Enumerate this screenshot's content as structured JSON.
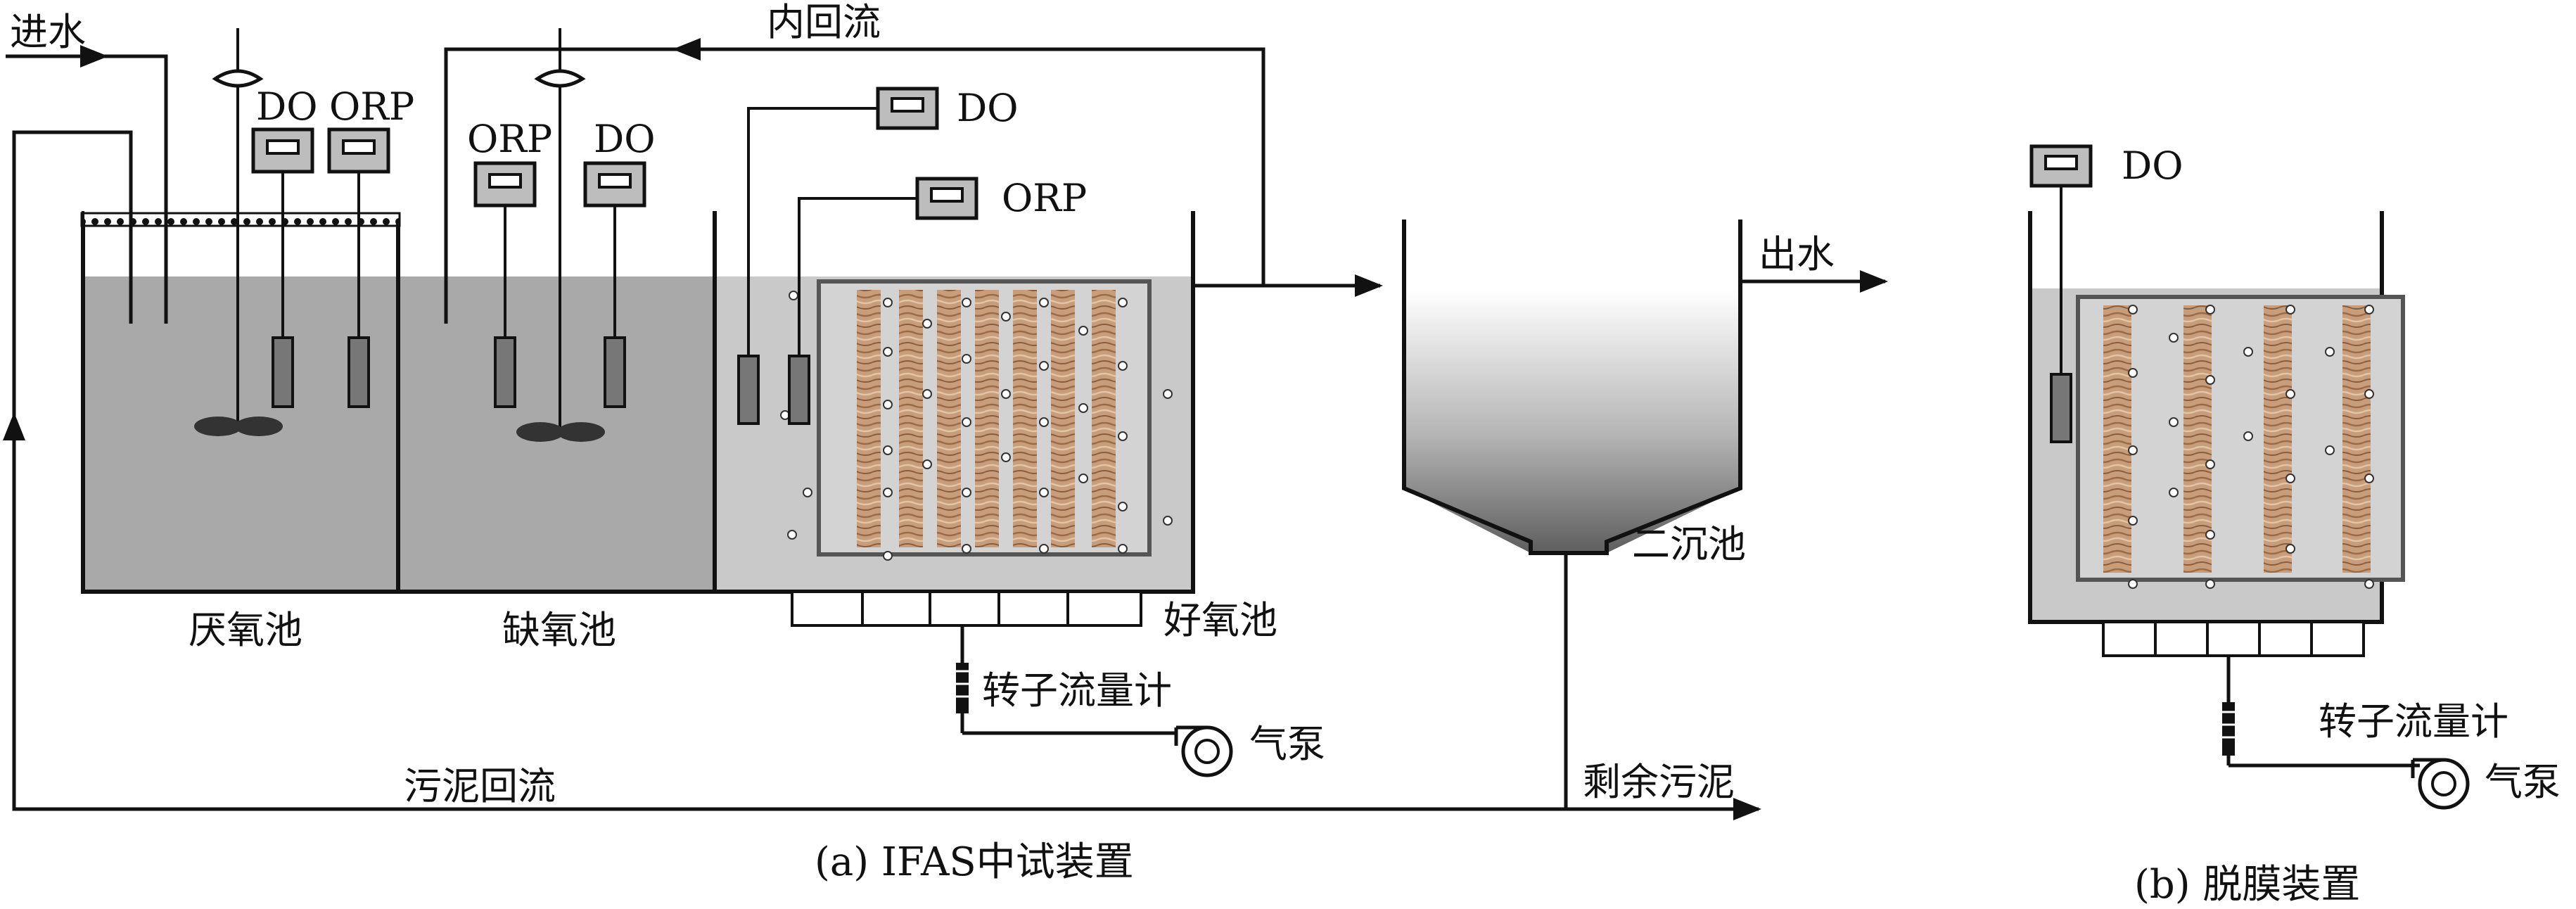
{
  "colors": {
    "water": "#a9a9a9",
    "aerobic_water": "#c9c9c9",
    "media": "#c49a78",
    "frame": "#555555",
    "line": "#111111",
    "meter_face": "#bdbdbd"
  },
  "labels": {
    "inlet": "进水",
    "internal_reflux": "内回流",
    "effluent": "出水",
    "sludge_reflux": "污泥回流",
    "excess_sludge": "剩余污泥",
    "anaerobic_tank": "厌氧池",
    "anoxic_tank": "缺氧池",
    "aerobic_tank": "好氧池",
    "secondary_clarifier": "二沉池",
    "rotameter_a": "转子流量计",
    "air_pump_a": "气泵",
    "rotameter_b": "转子流量计",
    "air_pump_b": "气泵",
    "do": "DO",
    "orp": "ORP"
  },
  "captions": {
    "a": "(a) IFAS中试装置",
    "b": "(b) 脱膜装置"
  },
  "icons": [
    "mixer-icon",
    "probe-icon",
    "meter-icon",
    "air-pump-icon",
    "rotameter-icon",
    "arrow-icon"
  ]
}
